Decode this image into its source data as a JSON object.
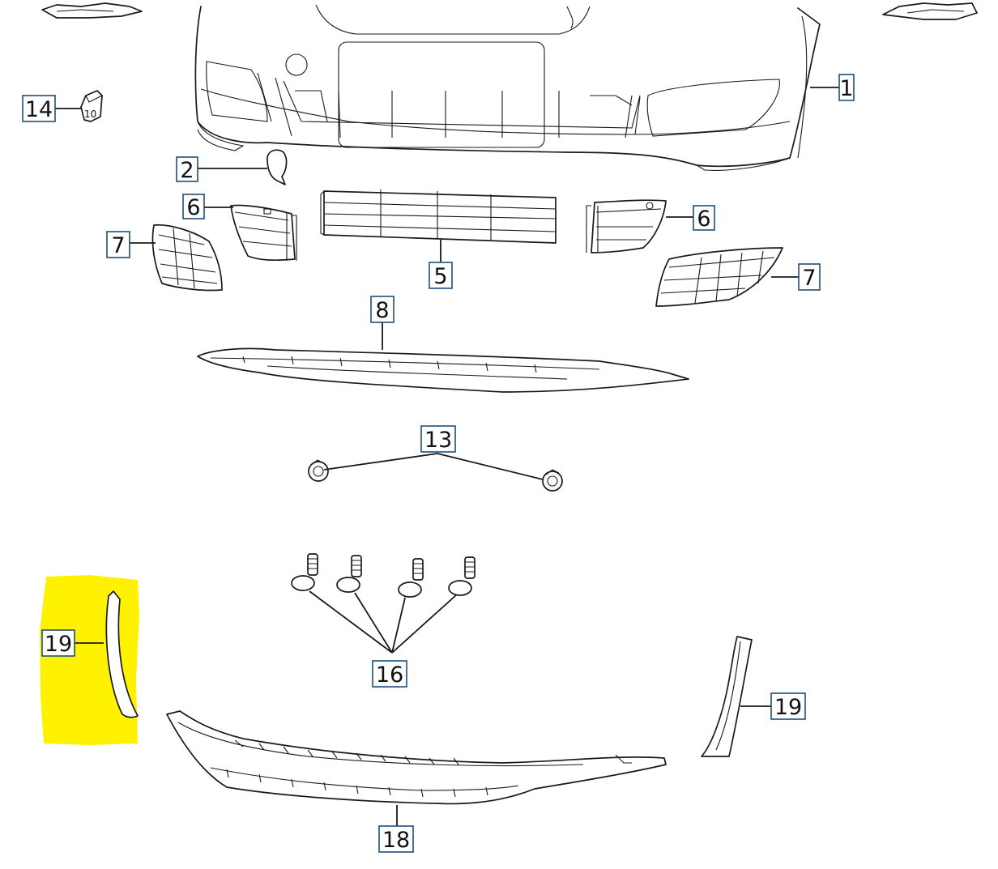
{
  "highlight_color": "#fff200",
  "callout_border_color": "#1f4e79",
  "callouts": [
    {
      "id": "c1",
      "label": "1"
    },
    {
      "id": "c2",
      "label": "2"
    },
    {
      "id": "c5",
      "label": "5"
    },
    {
      "id": "c6a",
      "label": "6"
    },
    {
      "id": "c6b",
      "label": "6"
    },
    {
      "id": "c7a",
      "label": "7"
    },
    {
      "id": "c7b",
      "label": "7"
    },
    {
      "id": "c8",
      "label": "8"
    },
    {
      "id": "c13",
      "label": "13"
    },
    {
      "id": "c14",
      "label": "14"
    },
    {
      "id": "c16",
      "label": "16"
    },
    {
      "id": "c18",
      "label": "18"
    },
    {
      "id": "c19a",
      "label": "19"
    },
    {
      "id": "c19b",
      "label": "19"
    }
  ],
  "sticker_text": "10"
}
